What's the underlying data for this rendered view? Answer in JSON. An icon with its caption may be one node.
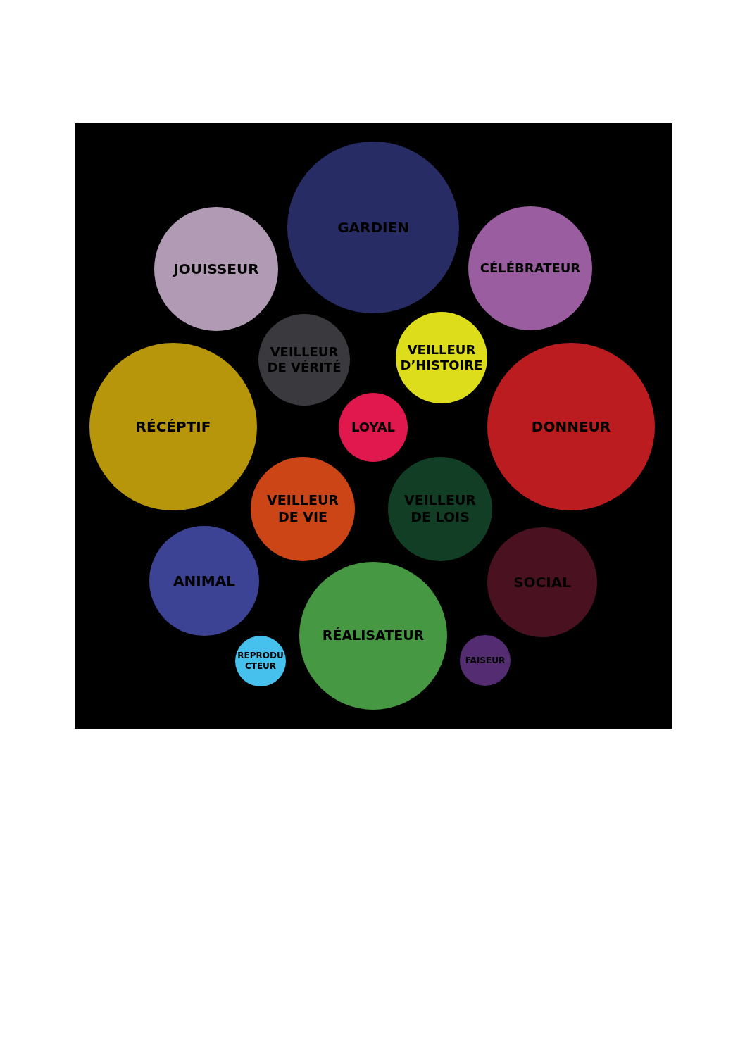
{
  "diagram": {
    "nodes": [
      {
        "text": [
          "GARDIEN"
        ]
      },
      {
        "text": [
          "JOUISSEUR"
        ]
      },
      {
        "text": [
          "CÉLÉBRATEUR"
        ]
      },
      {
        "text": [
          "VEILLEUR DE VÉRITÉ"
        ]
      },
      {
        "text": [
          "VEILLEUR D’HISTOIRE"
        ]
      },
      {
        "text": [
          "RÉCÉPTIF"
        ]
      },
      {
        "text": [
          "LOYAL"
        ]
      },
      {
        "text": [
          "DONNEUR"
        ]
      },
      {
        "text": [
          "VEILLEUR DE VIE"
        ]
      },
      {
        "text": [
          "VEILLEUR DE LOIS"
        ]
      },
      {
        "text": [
          "ANIMAL"
        ]
      },
      {
        "text": [
          "SOCIAL"
        ]
      },
      {
        "text": [
          "RÉALISATEUR"
        ]
      },
      {
        "text": [
          "REPRODUCTEUR"
        ]
      },
      {
        "text": [
          "FAISEUR"
        ]
      }
    ],
    "edges": []
  }
}
